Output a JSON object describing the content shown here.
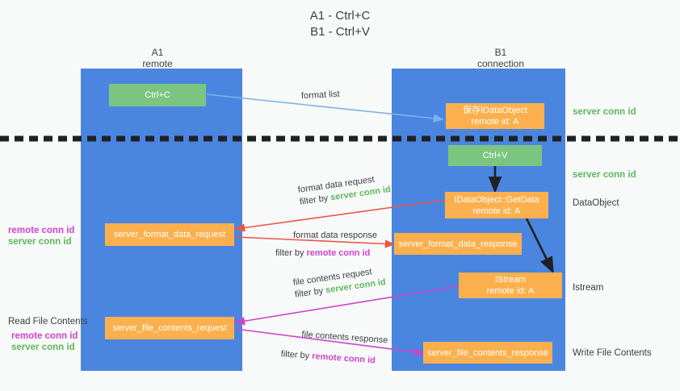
{
  "title": {
    "line1": "A1 - Ctrl+C",
    "line2": "B1 - Ctrl+V"
  },
  "columns": [
    {
      "id": "a1",
      "name": "A1",
      "role": "remote"
    },
    {
      "id": "b1",
      "name": "B1",
      "role": "connection"
    }
  ],
  "nodes": {
    "ctrl_c": {
      "label": "Ctrl+C"
    },
    "ctrl_v": {
      "label": "Ctrl+V"
    },
    "idataobject_saved": {
      "label": "保存IDataObject",
      "sub": "remote id: A"
    },
    "idataobject_getdata": {
      "label": "IDataObject::GetData",
      "sub": "remote id: A"
    },
    "istream": {
      "label": "IStream",
      "sub": "remote id: A"
    },
    "server_format_data_request": {
      "label": "server_format_data_request"
    },
    "server_format_data_response": {
      "label": "server_format_data_response"
    },
    "server_file_contents_request": {
      "label": "server_file_contents_request"
    },
    "server_file_contents_response": {
      "label": "server_file_contents_response"
    }
  },
  "right_labels": {
    "server_conn_id_top": "server conn id",
    "server_conn_id_mid": "server conn id",
    "dataobject": "DataObject",
    "istream": "Istream",
    "write_file_contents": "Write File Contents"
  },
  "left_labels": {
    "remote_conn_id_mid": "remote conn id",
    "server_conn_id_mid": "server conn id",
    "read_file_contents": "Read File Contents",
    "remote_conn_id_bottom": "remote conn id",
    "server_conn_id_bottom": "server conn id"
  },
  "edges": [
    {
      "id": "format-list",
      "label": "format list",
      "filter_prefix": "",
      "filter_value": "",
      "filter_kind": ""
    },
    {
      "id": "format-data-request",
      "label": "format data request",
      "filter_prefix": "filter by ",
      "filter_value": "server conn id",
      "filter_kind": "server"
    },
    {
      "id": "format-data-response",
      "label": "format data response",
      "filter_prefix": "filter by ",
      "filter_value": "remote conn id",
      "filter_kind": "remote"
    },
    {
      "id": "file-contents-request",
      "label": "file contents request",
      "filter_prefix": "filter by ",
      "filter_value": "server conn id",
      "filter_kind": "server"
    },
    {
      "id": "file-contents-response",
      "label": "file contents response",
      "filter_prefix": "filter by ",
      "filter_value": "remote conn id",
      "filter_kind": "remote"
    }
  ],
  "colors": {
    "column_blue": "#4a86e0",
    "node_green": "#7cc580",
    "node_orange": "#fbb04d",
    "server_conn_id": "#5cb85c",
    "remote_conn_id": "#cc44cc",
    "arrow_blue": "#7eb3e8",
    "arrow_red": "#e8564a",
    "arrow_magenta": "#cc44cc",
    "arrow_black": "#202124",
    "background": "#f8f9f9"
  }
}
